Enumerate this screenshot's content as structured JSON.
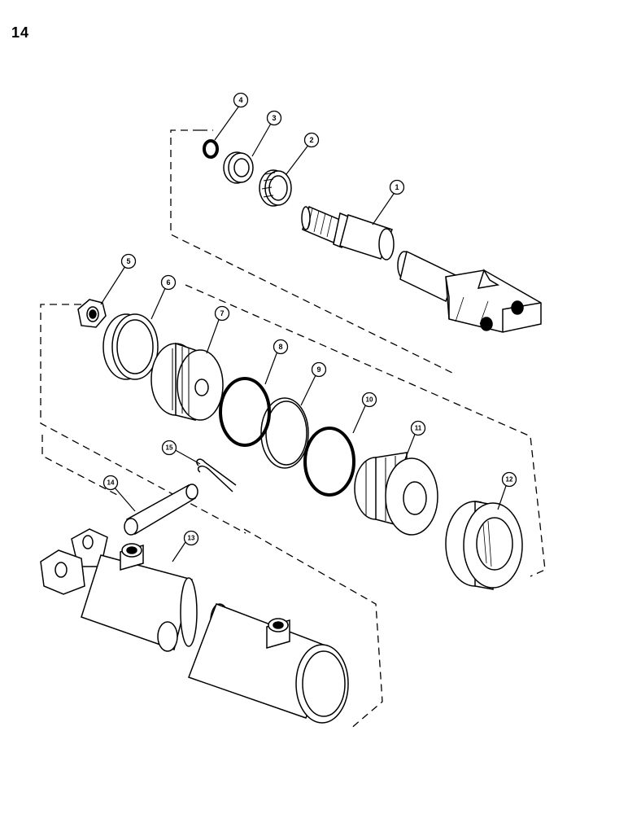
{
  "page": {
    "number": "14"
  },
  "colors": {
    "ink": "#000000",
    "paper": "#ffffff",
    "shade": "#cfcfcf"
  },
  "callouts": [
    {
      "id": "1",
      "part": "piston-rod"
    },
    {
      "id": "2",
      "part": "rod-wiper"
    },
    {
      "id": "3",
      "part": "rod-seal"
    },
    {
      "id": "4",
      "part": "o-ring"
    },
    {
      "id": "5",
      "part": "lock-nut"
    },
    {
      "id": "6",
      "part": "wear-ring"
    },
    {
      "id": "7",
      "part": "piston"
    },
    {
      "id": "8",
      "part": "o-ring"
    },
    {
      "id": "9",
      "part": "back-up-ring"
    },
    {
      "id": "10",
      "part": "o-ring"
    },
    {
      "id": "11",
      "part": "gland"
    },
    {
      "id": "12",
      "part": "seal-nut"
    },
    {
      "id": "13",
      "part": "cylinder-barrel"
    },
    {
      "id": "14",
      "part": "pin"
    },
    {
      "id": "15",
      "part": "cotter-pin"
    }
  ]
}
